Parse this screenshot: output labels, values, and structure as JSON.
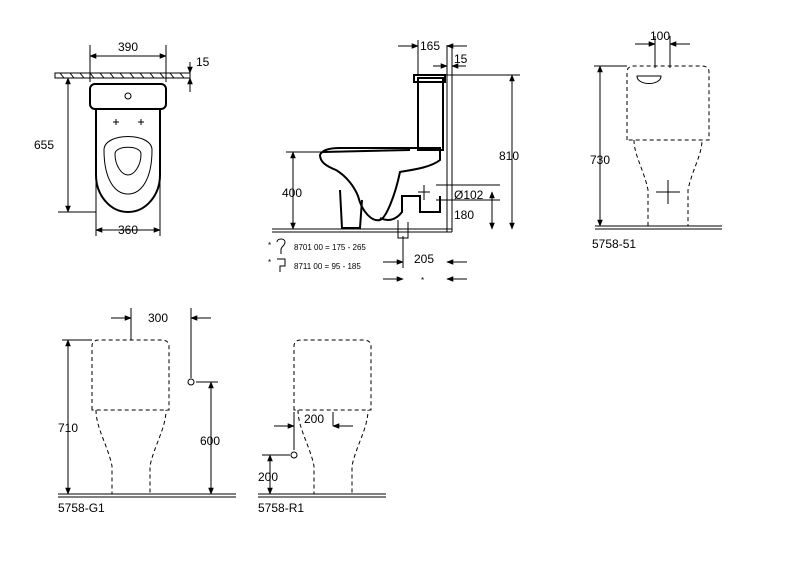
{
  "top_view": {
    "width_tank": "390",
    "wall_gap": "15",
    "depth": "655",
    "width_base": "360"
  },
  "side_view": {
    "tank_depth": "165",
    "wall_gap": "15",
    "height_total": "810",
    "seat_height": "400",
    "outlet_diameter": "Ø102",
    "outlet_height": "180",
    "outlet_distance": "205",
    "asterisk": "*",
    "option_1": "8701 00 = 175 - 265",
    "option_2": "8711 00 = 95 - 185"
  },
  "view_5758_51": {
    "code": "5758-51",
    "offset": "100",
    "height": "730"
  },
  "view_5758_G1": {
    "code": "5758-G1",
    "offset": "300",
    "height": "710",
    "inlet_height": "600"
  },
  "view_5758_R1": {
    "code": "5758-R1",
    "offset": "200",
    "inlet_height": "200"
  }
}
